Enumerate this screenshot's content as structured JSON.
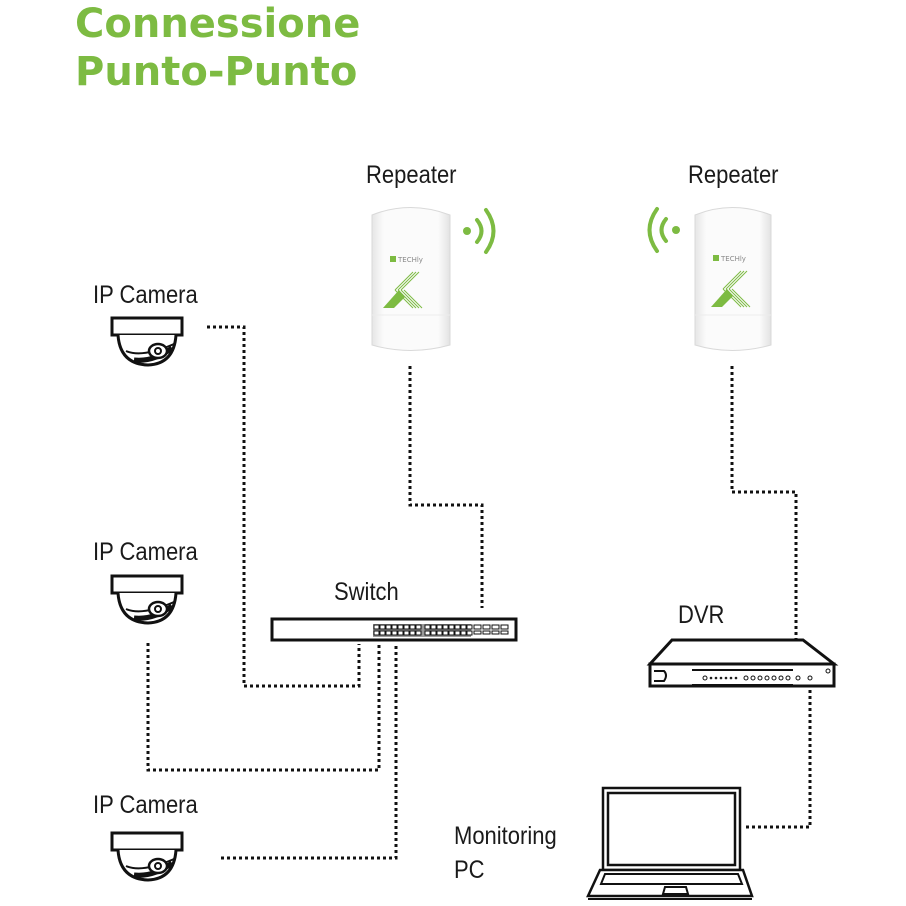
{
  "title": {
    "line1": "Connessione",
    "line2": "Punto-Punto"
  },
  "colors": {
    "accent": "#7dbb42",
    "line": "#111111"
  },
  "devices": {
    "repeater_left": {
      "label": "Repeater",
      "brand": "TECHly"
    },
    "repeater_right": {
      "label": "Repeater",
      "brand": "TECHly"
    },
    "camera_1": {
      "label": "IP Camera"
    },
    "camera_2": {
      "label": "IP Camera"
    },
    "camera_3": {
      "label": "IP Camera"
    },
    "switch": {
      "label": "Switch"
    },
    "dvr": {
      "label": "DVR"
    },
    "monitoring_pc": {
      "label_line1": "Monitoring",
      "label_line2": "PC"
    }
  },
  "connections": [
    {
      "from": "camera_1",
      "to": "switch",
      "style": "dotted"
    },
    {
      "from": "camera_2",
      "to": "switch",
      "style": "dotted"
    },
    {
      "from": "camera_3",
      "to": "switch",
      "style": "dotted"
    },
    {
      "from": "repeater_left",
      "to": "switch",
      "style": "dotted"
    },
    {
      "from": "repeater_right",
      "to": "dvr",
      "style": "dotted"
    },
    {
      "from": "dvr",
      "to": "monitoring_pc",
      "style": "dotted"
    },
    {
      "from": "repeater_left",
      "to": "repeater_right",
      "style": "wireless"
    }
  ]
}
